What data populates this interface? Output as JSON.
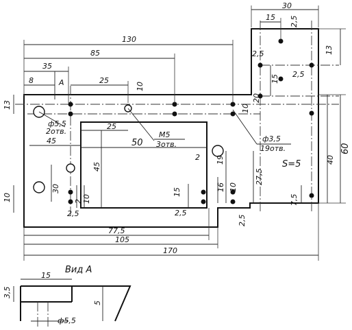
{
  "view_title": "Вид А",
  "thickness_note": "S=5",
  "thread_note": {
    "size": "M5",
    "count": "3отв."
  },
  "small_hole_note": {
    "size": "ф3,5",
    "count": "19отв."
  },
  "large_hole_note": {
    "size": "ф5,5",
    "count": "2отв."
  },
  "section_marker": "А",
  "dims": {
    "overall_170": "170",
    "d130": "130",
    "d105": "105",
    "d85": "85",
    "d77_5": "77,5",
    "d60": "60",
    "d50": "50",
    "d45_h": "45",
    "d45_v": "45",
    "d40": "40",
    "d35": "35",
    "d30_top": "30",
    "d30_v": "30",
    "d27_5": "27,5",
    "d25_top": "25",
    "d25_mid": "25",
    "d20": "20",
    "d19": "19",
    "d16": "16",
    "d15_top": "15",
    "d15_r": "15",
    "d15_b": "15",
    "d13_l": "13",
    "d13_r": "13",
    "d10_a": "10",
    "d10_b": "10",
    "d10_c": "10",
    "d10_d": "10",
    "d10_e": "10",
    "d8": "8",
    "d7_5": "7,5",
    "d2_5_a": "2,5",
    "d2_5_b": "2,5",
    "d2_5_c": "2,5",
    "d2_5_d": "2,5",
    "d2_5_e": "2,5",
    "d2_5_f": "2,5",
    "d2_a": "2",
    "d2_b": "2",
    "va_15": "15",
    "va_5": "5",
    "va_3_5": "3,5",
    "va_hole": "ф5,5"
  }
}
